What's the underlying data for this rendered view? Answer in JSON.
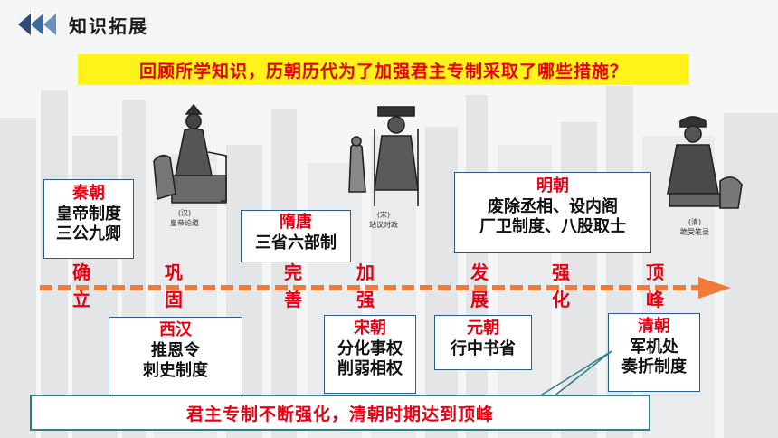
{
  "header": {
    "title": "知识拓展"
  },
  "question": "回顾所学知识，历朝历代为了加强君主专制采取了哪些措施？",
  "captions": {
    "han": "(汉)\n皇帝论道",
    "song": "(宋)\n站议时政",
    "qing": "(清)\n跪受笔录"
  },
  "upper_boxes": [
    {
      "name": "秦朝",
      "measures": [
        "皇帝制度",
        "三公九卿"
      ]
    },
    {
      "name": "隋唐",
      "measures": [
        "三省六部制"
      ]
    },
    {
      "name": "明朝",
      "measures": [
        "废除丞相、设内阁",
        "厂卫制度、八股取士"
      ]
    }
  ],
  "lower_boxes": [
    {
      "name": "西汉",
      "measures": [
        "推恩令",
        "刺史制度"
      ]
    },
    {
      "name": "宋朝",
      "measures": [
        "分化事权",
        "削弱相权"
      ]
    },
    {
      "name": "元朝",
      "measures": [
        "行中书省"
      ]
    },
    {
      "name": "清朝",
      "measures": [
        "军机处",
        "奏折制度"
      ]
    }
  ],
  "stages": [
    [
      "确",
      "立"
    ],
    [
      "巩",
      "固"
    ],
    [
      "完",
      "善"
    ],
    [
      "加",
      "强"
    ],
    [
      "发",
      "展"
    ],
    [
      "强",
      "化"
    ],
    [
      "顶",
      "峰"
    ]
  ],
  "conclusion": "君主专制不断强化，清朝时期达到顶峰",
  "colors": {
    "accent_red": "#e60012",
    "banner_yellow": "#fff31a",
    "timeline_orange": "#f07a3a",
    "box_border": "#2d5c8a"
  }
}
